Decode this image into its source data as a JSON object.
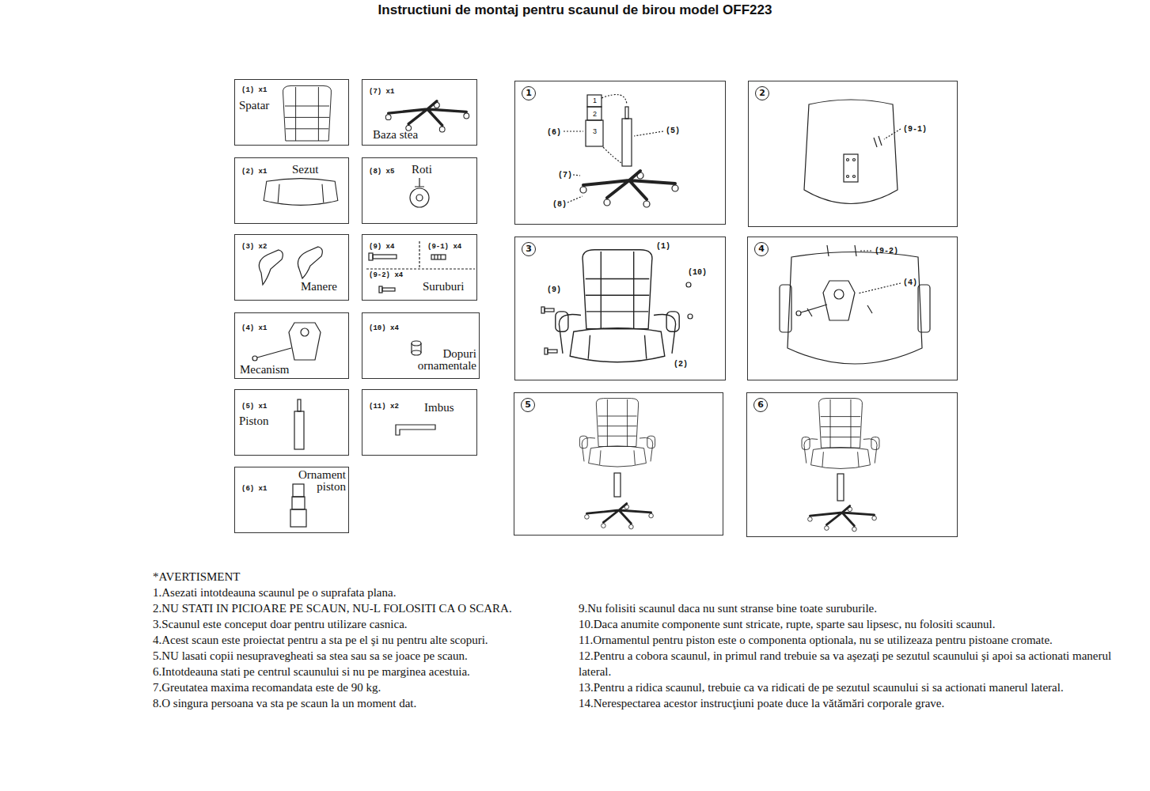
{
  "diagram": {
    "title": "Instructiuni de montaj pentru scaunul de birou model OFF223",
    "nodes": [
      {
        "text": [
          "(1) x1",
          "Spatar"
        ]
      },
      {
        "text": [
          "(2) x1",
          "Sezut"
        ]
      },
      {
        "text": [
          "(3) x2",
          "Manere"
        ]
      },
      {
        "text": [
          "(4) x1",
          "Mecanism"
        ]
      },
      {
        "text": [
          "(5) x1",
          "Piston"
        ]
      },
      {
        "text": [
          "(6) x1",
          "Ornament piston"
        ]
      },
      {
        "text": [
          "(7) x1",
          "Baza stea"
        ]
      },
      {
        "text": [
          "(8) x5",
          "Roti"
        ]
      },
      {
        "text": [
          "(9) x4",
          "(9-1) x4",
          "(9-2) x4",
          "Suruburi"
        ]
      },
      {
        "text": [
          "(10) x4",
          "Dopuri ornamentale"
        ]
      },
      {
        "text": [
          "(11) x2",
          "Imbus"
        ]
      },
      {
        "text": [
          "1",
          "(6)",
          "1",
          "2",
          "3",
          "(5)",
          "(7)",
          "(8)"
        ]
      },
      {
        "text": [
          "2",
          "(9-1)"
        ]
      },
      {
        "text": [
          "3",
          "(1)",
          "(10)",
          "(9)",
          "(2)"
        ]
      },
      {
        "text": [
          "4",
          "(9-2)",
          "(4)"
        ]
      },
      {
        "text": [
          "5"
        ]
      },
      {
        "text": [
          "6"
        ]
      }
    ],
    "labels": [
      "*AVERTISMENT",
      "1.Asezati intotdeauna scaunul pe o suprafata plana.",
      "2.NU STATI IN PICIOARE PE SCAUN, NU-L FOLOSITI CA O SCARA.",
      "3.Scaunul este conceput doar pentru utilizare casnica.",
      "4.Acest scaun este proiectat pentru a sta pe el şi nu pentru alte scopuri.",
      "5.NU lasati copii nesupravegheati sa stea sau sa se joace pe scaun.",
      "6.Intotdeauna stati pe centrul scaunului si nu pe marginea acestuia.",
      "7.Greutatea maxima recomandata este de 90 kg.",
      "8.O singura persoana va sta pe scaun la un moment dat.",
      "9.Nu folisiti scaunul daca nu sunt stranse bine toate suruburile.",
      "10.Daca anumite componente sunt stricate, rupte, sparte sau lipsesc, nu folositi scaunul.",
      "11.Ornamentul pentru piston este o componenta optionala, nu se utilizeaza pentru pistoane cromate.",
      "12.Pentru a cobora scaunul, in primul rand trebuie sa va aşezaţi pe sezutul scaunului şi apoi sa actionati manerul lateral.",
      "13.Pentru a ridica scaunul, trebuie ca va ridicati de pe sezutul scaunului si sa actionati manerul lateral.",
      "14.Nerespectarea acestor instrucţiuni poate duce la vătămări corporale grave."
    ]
  }
}
